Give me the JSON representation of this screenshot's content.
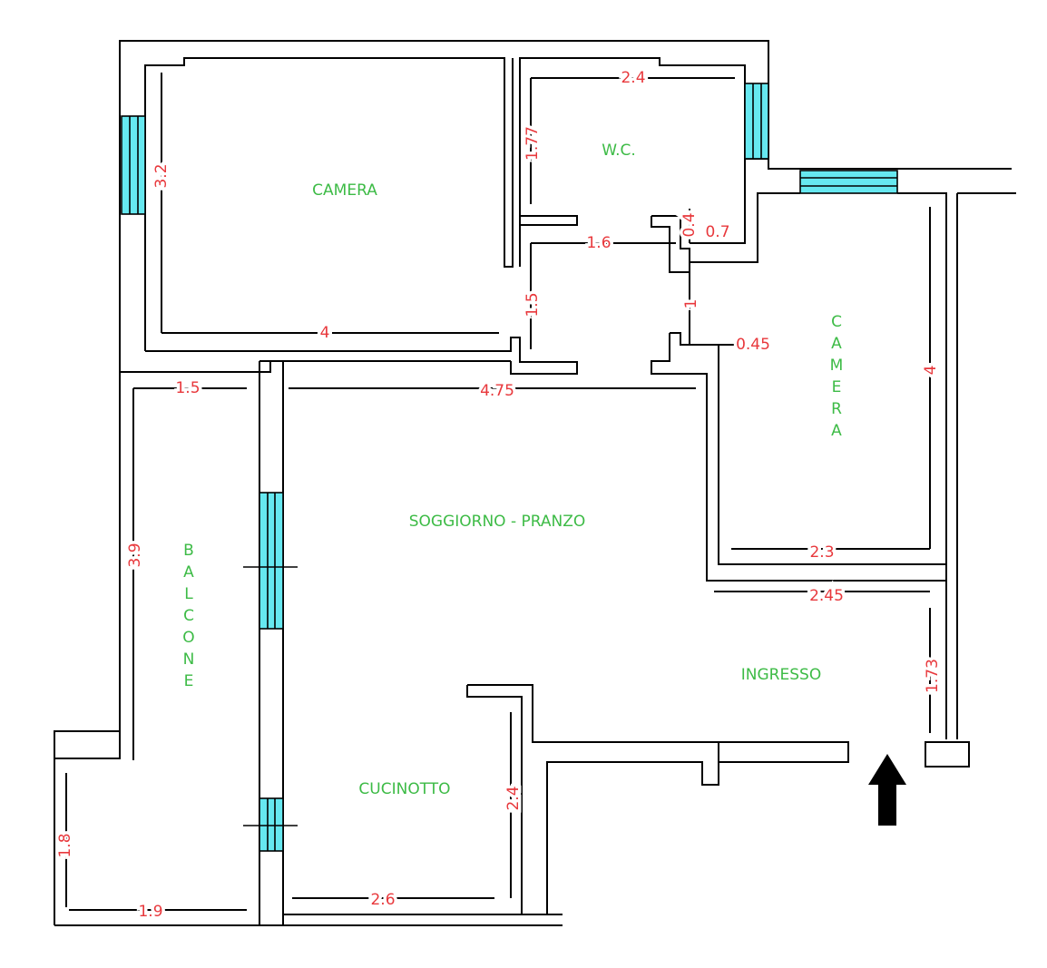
{
  "colors": {
    "dimension_text": "#e8383c",
    "room_label": "#3dbb46",
    "window": "#66e8f0",
    "wall": "#000000"
  },
  "rooms": {
    "camera_1": "CAMERA",
    "wc": "W.C.",
    "camera_2": "CAMERA",
    "soggiorno": "SOGGIORNO - PRANZO",
    "balcone": "BALCONE",
    "ingresso": "INGRESSO",
    "cucinotto": "CUCINOTTO"
  },
  "dimensions": {
    "camera1_height": "3.2",
    "camera1_width": "4",
    "wc_width": "2.4",
    "wc_height": "1.77",
    "wc_bottom": "1.6",
    "wc_notch_height": "0.4",
    "wc_notch_width": "0.7",
    "hall_width": "1.5",
    "hall_door": "1",
    "hall_jamb": "0.45",
    "balcone_width": "1.5",
    "soggiorno_width": "4.75",
    "camera2_height": "4",
    "camera2_width": "2.3",
    "ingresso_width": "2.45",
    "ingresso_height": "1.73",
    "balcone_height": "3.9",
    "balcone_lower_height": "1.8",
    "balcone_lower_width": "1.9",
    "cucinotto_width": "2.6",
    "cucinotto_height": "2.4"
  },
  "icons": {
    "entrance": "entrance-arrow-icon"
  }
}
